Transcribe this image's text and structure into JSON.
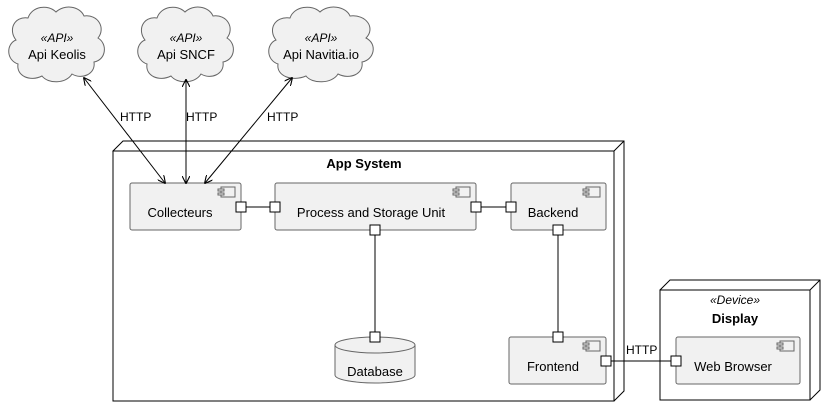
{
  "clouds": [
    {
      "stereotype": "«API»",
      "label": "Api Keolis"
    },
    {
      "stereotype": "«API»",
      "label": "Api SNCF"
    },
    {
      "stereotype": "«API»",
      "label": "Api Navitia.io"
    }
  ],
  "app_system": {
    "title": "App System",
    "components": {
      "collecteurs": "Collecteurs",
      "process": "Process and Storage Unit",
      "backend": "Backend",
      "frontend": "Frontend",
      "database": "Database"
    }
  },
  "display": {
    "stereotype": "«Device»",
    "title": "Display",
    "web_browser": "Web Browser"
  },
  "edges": {
    "keolis": "HTTP",
    "sncf": "HTTP",
    "navitia": "HTTP",
    "frontend_browser": "HTTP"
  }
}
